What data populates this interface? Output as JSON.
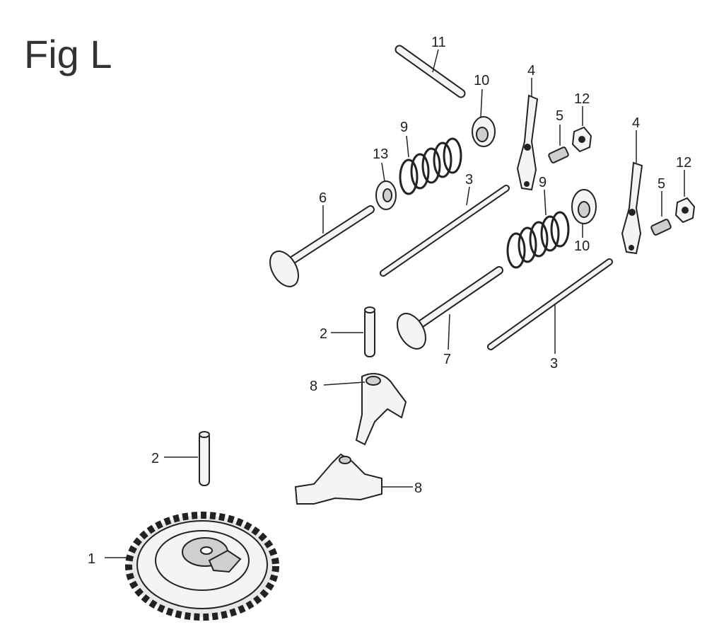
{
  "figure": {
    "title": "Fig L",
    "callouts": {
      "c1": "1",
      "c2a": "2",
      "c2b": "2",
      "c3a": "3",
      "c3b": "3",
      "c4a": "4",
      "c4b": "4",
      "c5a": "5",
      "c5b": "5",
      "c6": "6",
      "c7": "7",
      "c8a": "8",
      "c8b": "8",
      "c9a": "9",
      "c9b": "9",
      "c10a": "10",
      "c10b": "10",
      "c11": "11",
      "c12a": "12",
      "c12b": "12",
      "c13": "13"
    }
  }
}
